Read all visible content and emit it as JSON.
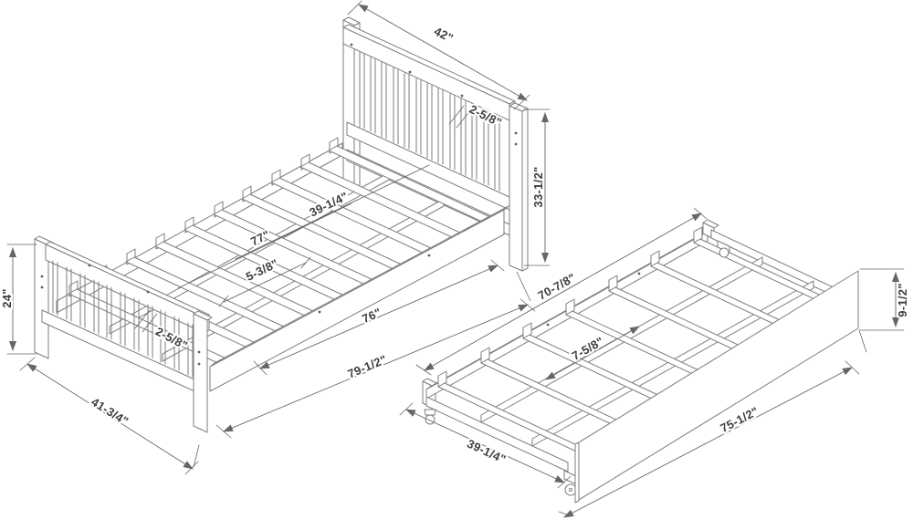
{
  "bed": {
    "dims": {
      "headboard_width": "42\"",
      "headboard_slat_width": "2-5/8\"",
      "headboard_height": "33-1/2\"",
      "slat_length": "39-1/4\"",
      "interior_length": "77\"",
      "slat_gap": "5-3/8\"",
      "rail_length": "76\"",
      "overall_length": "79-1/2\"",
      "footboard_height": "24\"",
      "footboard_slat_width": "2-5/8\"",
      "overall_width": "41-3/4\""
    }
  },
  "trundle": {
    "dims": {
      "inner_length": "70-7/8\"",
      "panel_height": "9-1/2\"",
      "slat_gap": "7-5/8\"",
      "width": "39-1/4\"",
      "overall_length": "75-1/2\""
    }
  },
  "colors": {
    "line": "#7e7e7e",
    "dimension": "#666666",
    "text": "#3e3e3e",
    "background": "#ffffff"
  }
}
